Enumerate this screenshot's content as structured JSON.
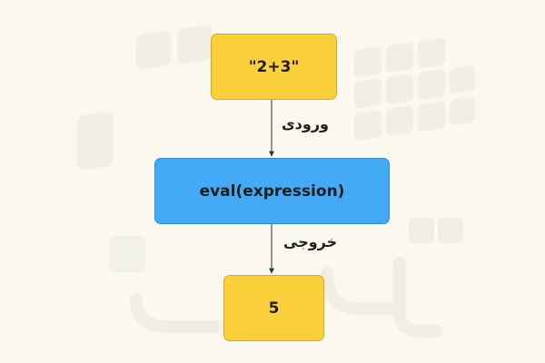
{
  "diagram": {
    "nodes": {
      "input": {
        "text": "\"2+3\""
      },
      "process": {
        "text": "eval(expression)"
      },
      "output": {
        "text": "5"
      }
    },
    "edges": {
      "input_label": "ورودی",
      "output_label": "خروجی"
    },
    "colors": {
      "background": "#fbf9ef",
      "yellow_box": "#fbd13b",
      "blue_box": "#44aaf6",
      "arrow": "#333333"
    }
  }
}
